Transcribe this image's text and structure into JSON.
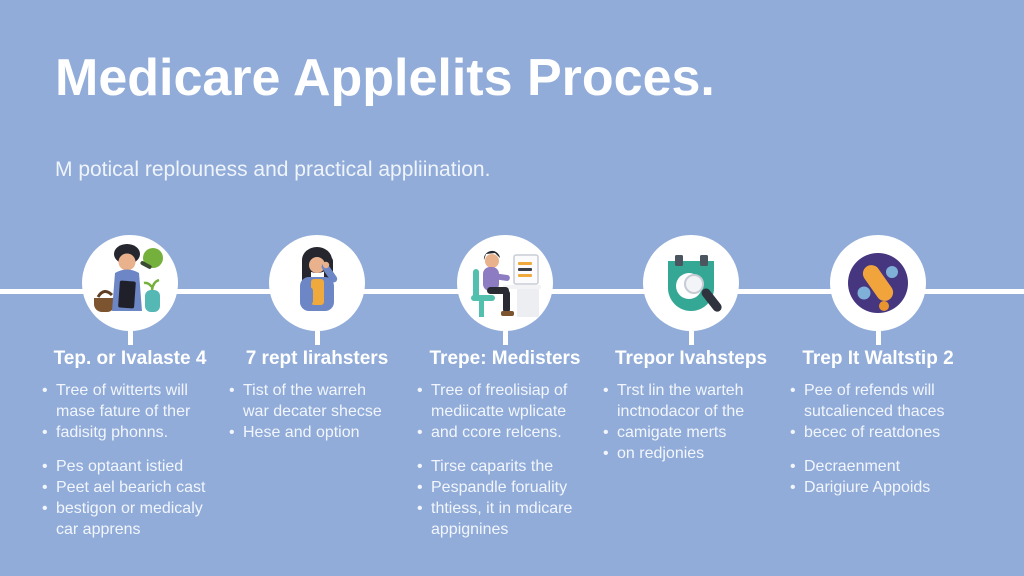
{
  "title": "Medicare Applelits Proces.",
  "subtitle": "M potical replouness and practical appliination.",
  "colors": {
    "background": "#91ACD9",
    "timeline_line": "#FFFFFF",
    "circle_fill": "#FFFFFF",
    "heading_text": "#FFFFFF",
    "body_text": "#F2F6FC",
    "teal": "#35A795",
    "purple": "#46357F",
    "orange": "#F2A43C",
    "green": "#76B03C",
    "brown": "#7D5430",
    "shirt_blue": "#6C86C6"
  },
  "timeline": {
    "steps": [
      {
        "icon": "person-filling-form-icon",
        "heading": "Tep. or Ivalaste 4",
        "lines": [
          {
            "text": "Tree of witterts will",
            "bullet": true
          },
          {
            "text": "mase fature of ther",
            "bullet": false
          },
          {
            "text": "fadisitg phonns.",
            "bullet": true
          },
          {
            "text": "Pes optaant istied",
            "bullet": true,
            "gap": true
          },
          {
            "text": "Peet ael bearich cast",
            "bullet": true
          },
          {
            "text": "bestigon or medicaly",
            "bullet": true
          },
          {
            "text": "car apprens",
            "bullet": false
          }
        ]
      },
      {
        "icon": "person-on-phone-icon",
        "heading": "7 rept Iirahsters",
        "lines": [
          {
            "text": "Tist of the warreh",
            "bullet": true
          },
          {
            "text": "war decater shecse",
            "bullet": false
          },
          {
            "text": "Hese and option",
            "bullet": true
          }
        ]
      },
      {
        "icon": "person-at-desk-icon",
        "heading": "Trepe: Medisters",
        "lines": [
          {
            "text": "Tree of freolisiap of",
            "bullet": true
          },
          {
            "text": "mediicatte wplicate",
            "bullet": false
          },
          {
            "text": "and ccore relcens.",
            "bullet": true
          },
          {
            "text": "Tirse caparits the",
            "bullet": true,
            "gap": true
          },
          {
            "text": "Pespandle foruality",
            "bullet": true
          },
          {
            "text": "thtiess, it in mdicare",
            "bullet": true
          },
          {
            "text": "appignines",
            "bullet": false
          }
        ]
      },
      {
        "icon": "clipboard-magnifier-icon",
        "heading": "Trepor Ivahsteps",
        "lines": [
          {
            "text": "Trst lin the warteh",
            "bullet": true
          },
          {
            "text": "inctnodacor of the",
            "bullet": false
          },
          {
            "text": "camigate merts",
            "bullet": true
          },
          {
            "text": "on redjonies",
            "bullet": true
          }
        ]
      },
      {
        "icon": "abstract-finance-logo-icon",
        "heading": "Trep It Waltstip 2",
        "lines": [
          {
            "text": "Pee of refends will",
            "bullet": true
          },
          {
            "text": "sutcalienced thaces",
            "bullet": false
          },
          {
            "text": "becec of reatdones",
            "bullet": true
          },
          {
            "text": "Decraenment",
            "bullet": true,
            "gap": true
          },
          {
            "text": "Darigiure Appoids",
            "bullet": true
          }
        ]
      }
    ]
  }
}
